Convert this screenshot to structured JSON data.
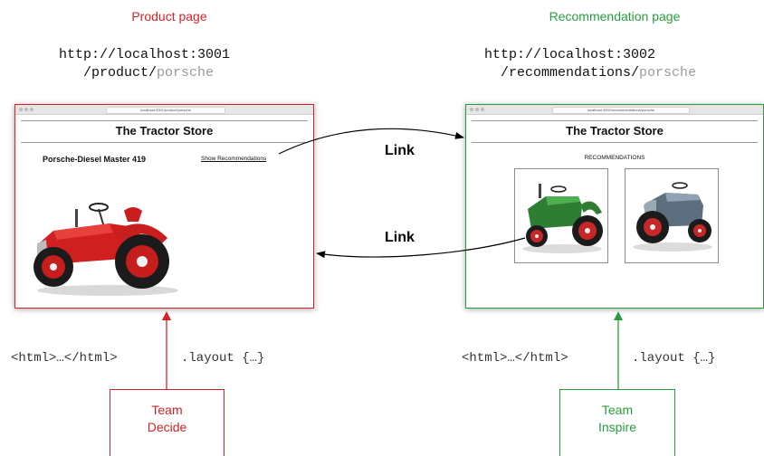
{
  "left": {
    "heading": "Product page",
    "url_line1": "http://localhost:3001",
    "url_line2_prefix": "/product/",
    "url_line2_suffix": "porsche",
    "browser": {
      "address": "localhost:3001/product/porsche",
      "store_title": "The Tractor Store",
      "product_name": "Porsche-Diesel Master 419",
      "show_link": "Show Recommendations"
    },
    "code_html": "<html>…</html>",
    "code_css": ".layout {…}",
    "team_line1": "Team",
    "team_line2": "Decide",
    "color": "#d2232a"
  },
  "right": {
    "heading": "Recommendation page",
    "url_line1": "http://localhost:3002",
    "url_line2_prefix": "/recommendations/",
    "url_line2_suffix": "porsche",
    "browser": {
      "address": "localhost:3002/recommendations/porsche",
      "store_title": "The Tractor Store",
      "section_label": "RECOMMENDATIONS"
    },
    "code_html": "<html>…</html>",
    "code_css": ".layout {…}",
    "team_line1": "Team",
    "team_line2": "Inspire",
    "color": "#279d41"
  },
  "links": {
    "top_label": "Link",
    "bottom_label": "Link"
  }
}
